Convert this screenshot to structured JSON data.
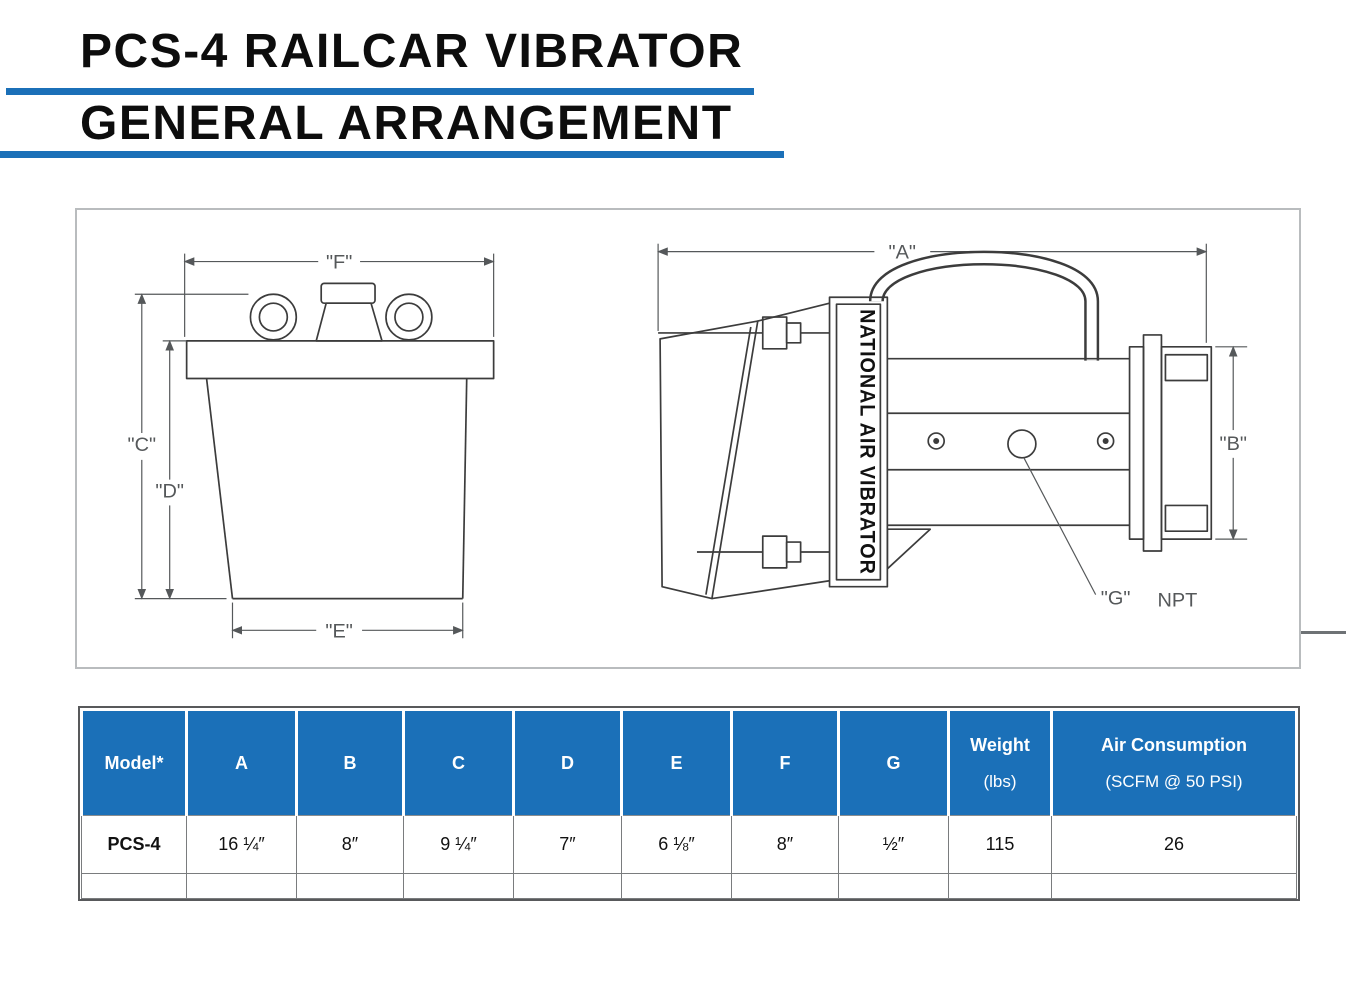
{
  "colors": {
    "accent": "#1b70b8"
  },
  "header": {
    "title_line1": "PCS-4 RAILCAR VIBRATOR",
    "title_line2": "GENERAL ARRANGEMENT"
  },
  "diagram": {
    "left_view": {
      "dim_f": "\"F\"",
      "dim_c": "\"C\"",
      "dim_d": "\"D\"",
      "dim_e": "\"E\""
    },
    "right_view": {
      "dim_a": "\"A\"",
      "dim_b": "\"B\"",
      "dim_g": "\"G\"",
      "npt": "NPT",
      "brand": "NATIONAL AIR VIBRATOR"
    }
  },
  "table": {
    "columns": [
      {
        "label": "Model*",
        "sub": ""
      },
      {
        "label": "A",
        "sub": ""
      },
      {
        "label": "B",
        "sub": ""
      },
      {
        "label": "C",
        "sub": ""
      },
      {
        "label": "D",
        "sub": ""
      },
      {
        "label": "E",
        "sub": ""
      },
      {
        "label": "F",
        "sub": ""
      },
      {
        "label": "G",
        "sub": ""
      },
      {
        "label": "Weight",
        "sub": "(lbs)"
      },
      {
        "label": "Air Consumption",
        "sub": "(SCFM @ 50 PSI)"
      }
    ],
    "rows": [
      {
        "model": "PCS-4",
        "a": "16 ¼″",
        "b": "8″",
        "c": "9 ¼″",
        "d": "7″",
        "e": "6 ⅛″",
        "f": "8″",
        "g": "½″",
        "weight": "115",
        "air": "26"
      }
    ]
  }
}
